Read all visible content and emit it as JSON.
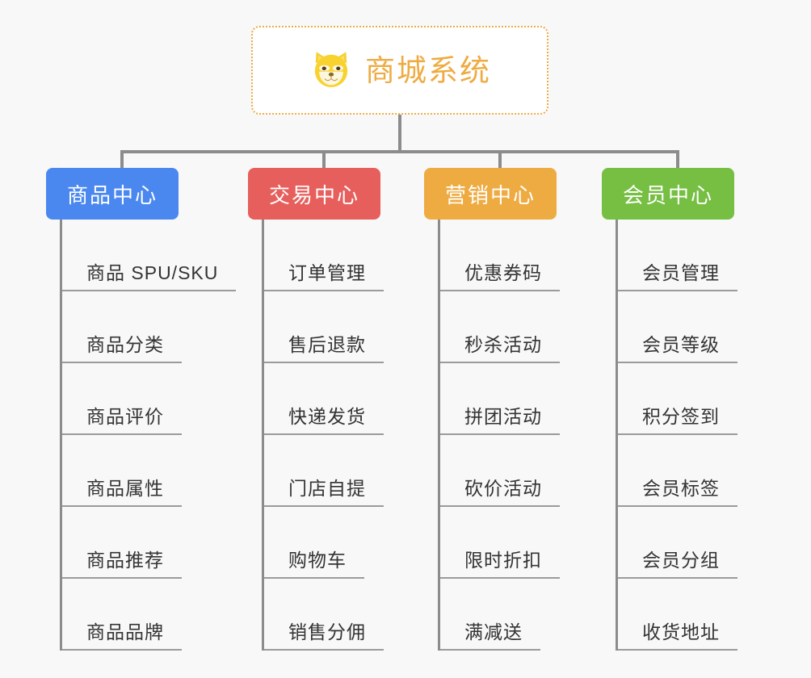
{
  "diagram": {
    "type": "tree",
    "background_color": "#f8f8f8",
    "connector_color": "#8c8c8c",
    "root": {
      "title": "商城系统",
      "icon": "shiba-dog-face-emoji",
      "text_color": "#eeab42",
      "border_color": "#eeab42",
      "background_color": "#ffffff"
    },
    "categories": [
      {
        "label": "商品中心",
        "color": "#4a88f0",
        "items": [
          "商品 SPU/SKU",
          "商品分类",
          "商品评价",
          "商品属性",
          "商品推荐",
          "商品品牌"
        ]
      },
      {
        "label": "交易中心",
        "color": "#e65f5c",
        "items": [
          "订单管理",
          "售后退款",
          "快递发货",
          "门店自提",
          "购物车",
          "销售分佣"
        ]
      },
      {
        "label": "营销中心",
        "color": "#eeab42",
        "items": [
          "优惠券码",
          "秒杀活动",
          "拼团活动",
          "砍价活动",
          "限时折扣",
          "满减送"
        ]
      },
      {
        "label": "会员中心",
        "color": "#76bf43",
        "items": [
          "会员管理",
          "会员等级",
          "积分签到",
          "会员标签",
          "会员分组",
          "收货地址"
        ]
      }
    ]
  }
}
